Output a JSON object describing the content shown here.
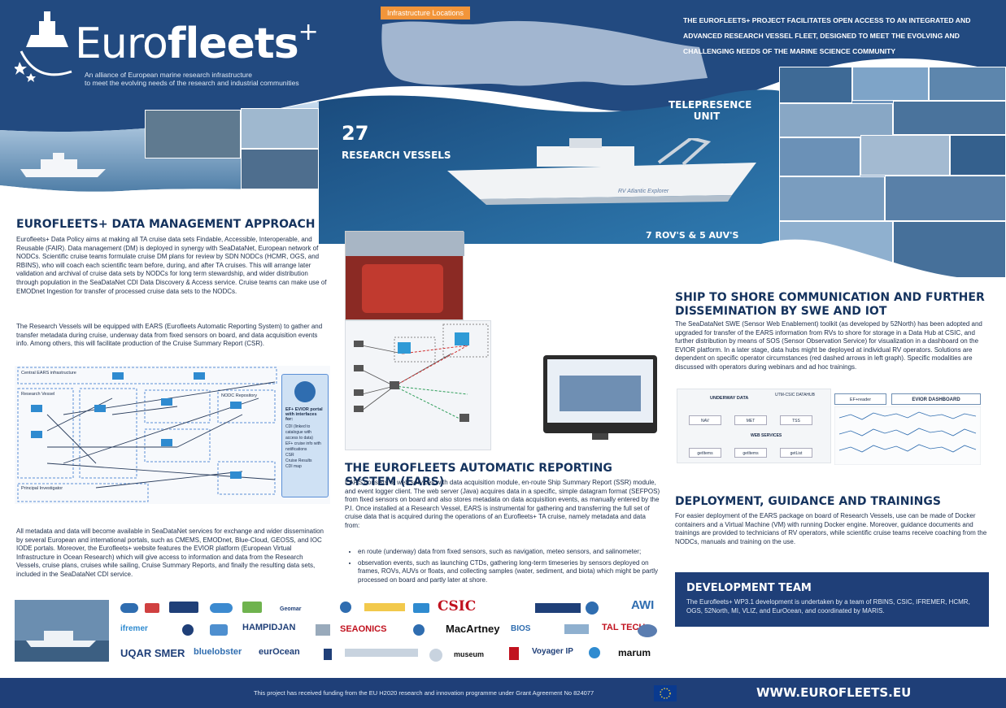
{
  "header": {
    "logo_main": "Euro",
    "logo_bold": "fleets",
    "logo_plus": "+",
    "tagline_1": "An alliance of European marine research infrastructure",
    "tagline_2": "to meet the evolving needs of the research and industrial communities",
    "locations_tag": "Infrastructure Locations",
    "project_desc": "The Eurofleets+ project facilitates open access to an integrated and advanced research vessel fleet, designed to meet the evolving and challenging needs of the marine science community",
    "stat_vessels_num": "27",
    "stat_vessels_label": "RESEARCH VESSELS",
    "stat_telepresence_1": "TELEPRESENCE",
    "stat_telepresence_2": "UNIT",
    "stat_rov": "7 ROV'S & 5 AUV'S",
    "vessel_name": "RV Atlantic Explorer"
  },
  "data_mgmt": {
    "title": "EUROFLEETS+ DATA MANAGEMENT APPROACH",
    "p1": "Eurofleets+ Data Policy aims at making all TA cruise data sets Findable, Accessible, Interoperable, and Reusable (FAIR). Data management (DM) is deployed in synergy with SeaDataNet, European network of NODCs. Scientific cruise teams formulate cruise DM plans for review by SDN NODCs (HCMR, OGS, and RBINS), who will coach each scientific team before, during, and after TA cruises. This will arrange later validation and archival of cruise data sets by NODCs for long term stewardship, and wider distribution through population in the SeaDataNet CDI Data Discovery & Access service. Cruise teams can make use of EMODnet Ingestion for transfer of processed cruise data sets to the NODCs.",
    "p2": "The Research Vessels will be equipped with EARS (Eurofleets Automatic Reporting System) to gather and transfer metadata during cruise, underway data from fixed sensors on board, and data acquisition events info. Among others, this will facilitate production of the Cruise Summary Report (CSR).",
    "p3": "All metadata and data will become available in SeaDataNet services for exchange and wider dissemination by several European and international portals, such as CMEMS, EMODnet, Blue-Cloud, GEOSS, and IOC IODE portals. Moreover, the Eurofleets+ website features the EVIOR platform (European Virtual Infrastructure in Ocean Research) which will give access to information and data from the Research Vessels, cruise plans, cruises while sailing, Cruise Summary Reports, and finally the resulting data sets, included in the SeaDataNet CDI service."
  },
  "diagram": {
    "central_label": "Central EARS infrastructure",
    "rv_label": "Research Vessel",
    "nodc_label": "NODC Repository",
    "pi_label": "Principal Investigator",
    "portal_title": "EF+ EVIOR portal with interfaces for:",
    "portal_items": [
      "CDI (linked to catalogue with access to data)",
      "EF+ cruise info with notifications",
      "CSR",
      "Cruise Results",
      "CDI map"
    ]
  },
  "ears": {
    "title": "THE EUROFLEETS AUTOMATIC REPORTING SYSTEM (EARS)",
    "p1": "EARS consists of web services with data acquisition module, en-route Ship Summary Report (SSR) module, and event logger client. The web server (Java) acquires data in a specific, simple datagram format (SEFPOS) from fixed sensors on board and also stores metadata on data acquisition events, as manually entered by the P.I. Once installed at a Research Vessel, EARS is instrumental for gathering and transferring the full set of cruise data that is acquired during the operations of an Eurofleets+ TA cruise, namely metadata and data from:",
    "bullets": [
      "en route (underway) data from fixed sensors, such as navigation, meteo sensors, and salinometer;",
      "observation events, such as launching CTDs, gathering long-term timeseries by sensors deployed on frames, ROVs, AUVs or floats, and collecting samples (water, sediment, and biota) which might be partly processed on board and partly later at shore."
    ]
  },
  "ship_shore": {
    "title_1": "SHIP TO SHORE COMMUNICATION AND FURTHER",
    "title_2": "DISSEMINATION BY SWE AND IOT",
    "p1": "The SeaDataNet SWE (Sensor Web Enablement) toolkit (as developed by 52North) has been adopted and upgraded for transfer of the EARS information from RVs to shore for storage in a Data Hub at CSIC, and further distribution by means of SOS (Sensor Observation Service) for visualization in a dashboard on the EVIOR platform. In a later stage, data hubs might be deployed at individual RV operators. Solutions are dependent on specific operator circumstances (red dashed arrows in left graph). Specific modalities are discussed with operators during webinars and ad hoc trainings.",
    "underway": "UNDERWAY DATA",
    "hub": "UTM-CSIC DATAHUB",
    "boxes": [
      "NAV",
      "MET",
      "TSS"
    ],
    "web_services": "WEB SERVICES",
    "get_boxes": [
      "getItems",
      "getItems",
      "getList"
    ],
    "sos_reader": "EF+reader",
    "dashboard": "EVIOR DASHBOARD"
  },
  "deployment": {
    "title": "DEPLOYMENT, GUIDANCE AND TRAININGS",
    "p1": "For easier deployment of the EARS package on board of Research Vessels, use can be made of Docker containers and a Virtual Machine (VM) with running Docker engine. Moreover, guidance documents and trainings are provided to technicians of RV operators, while scientific cruise teams receive coaching from the NODCs, manuals and training on the use."
  },
  "dev_team": {
    "title": "DEVELOPMENT TEAM",
    "p1": "The Eurofleets+ WP3.1 development is undertaken by a team of RBINS, CSIC, IFREMER, HCMR, OGS, 52North, MI, VLIZ, and EurOcean, and coordinated by MARIS."
  },
  "partners": [
    "CSIC",
    "HAMPIDJAN",
    "SEAONICS",
    "MacArtney",
    "BIOS",
    "TAL TECH",
    "AWI",
    "UQAR SMER",
    "bluelobster",
    "eurOcean",
    "Voyager IP",
    "marum",
    "museum",
    "Geomar",
    "ifremer"
  ],
  "footer": {
    "funding": "This project has received funding from the EU H2020 research and innovation programme under Grant Agreement No 824077",
    "url": "WWW.EUROFLEETS.EU"
  },
  "colors": {
    "navy": "#1f3f78",
    "title": "#15335e",
    "orange": "#f2953a"
  }
}
